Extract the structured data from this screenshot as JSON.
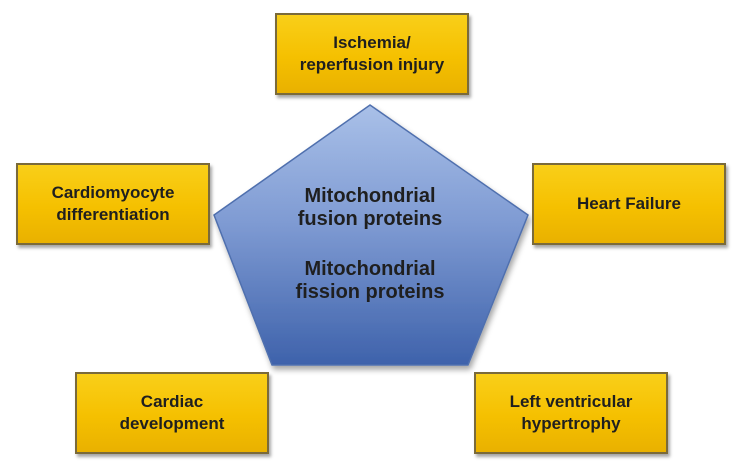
{
  "center": {
    "line1": "Mitochondrial\nfusion proteins",
    "line2": "Mitochondrial\nfission proteins"
  },
  "boxes": {
    "top": "Ischemia/\nreperfusion injury",
    "left": "Cardiomyocyte\ndifferentiation",
    "right": "Heart Failure",
    "bottom_left": "Cardiac\ndevelopment",
    "bottom_right": "Left ventricular\nhypertrophy"
  },
  "colors": {
    "box_fill": "#f5c000",
    "box_border": "#7a6a3a",
    "pentagon_top": "#a6bde6",
    "pentagon_bottom": "#3a5fa8"
  }
}
